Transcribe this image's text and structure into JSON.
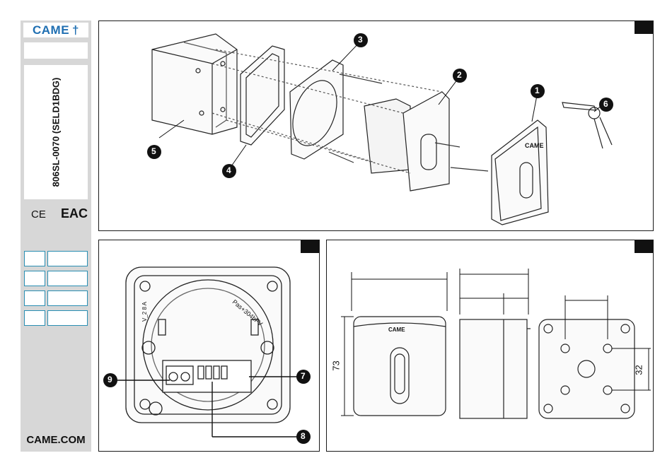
{
  "sidebar": {
    "brand": "CAME",
    "product_code": "806SL-0070 (SELD1BDG)",
    "marks": [
      "CE",
      "EAC"
    ],
    "footer": "CAME.COM"
  },
  "callouts": {
    "top": [
      "1",
      "2",
      "3",
      "4",
      "5",
      "6"
    ],
    "bottom_left": [
      "7",
      "8",
      "9"
    ]
  },
  "pcb_label": "Pas+304bFV",
  "board_side_label": "V_2 8 A",
  "cover_logo": "CAME",
  "dimensions": {
    "height": "73",
    "hole_spacing": "32"
  },
  "colors": {
    "brand_blue": "#1f6fb2",
    "sidebar_gray": "#d7d7d7",
    "box_border_teal": "#2a8fb3"
  }
}
